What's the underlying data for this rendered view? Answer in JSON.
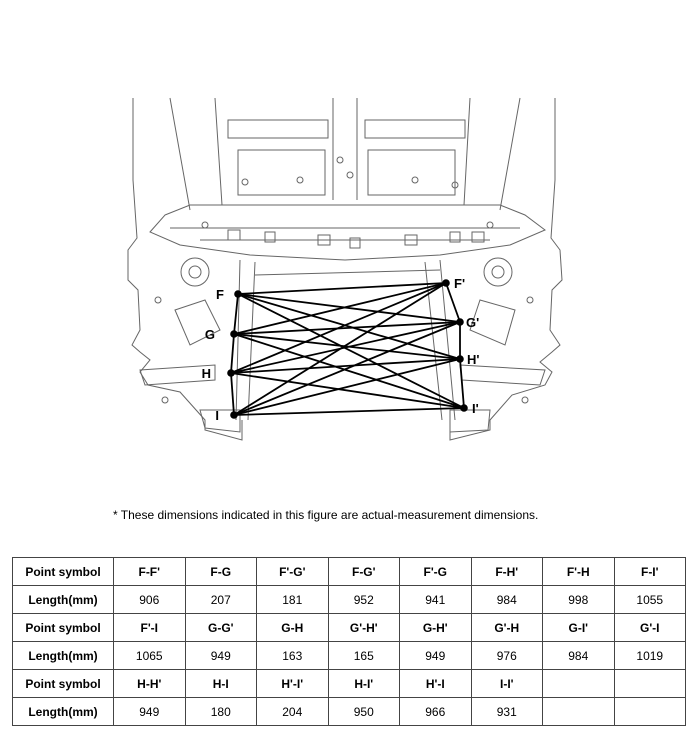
{
  "figure": {
    "points": [
      {
        "id": "F",
        "label": "F"
      },
      {
        "id": "G",
        "label": "G"
      },
      {
        "id": "H",
        "label": "H"
      },
      {
        "id": "I",
        "label": "I"
      },
      {
        "id": "F'",
        "label": "F'"
      },
      {
        "id": "G'",
        "label": "G'"
      },
      {
        "id": "H'",
        "label": "H'"
      },
      {
        "id": "I'",
        "label": "I'"
      }
    ]
  },
  "note": "*  These dimensions indicated in this figure are actual-measurement dimensions.",
  "table": {
    "rows": [
      [
        "Point symbol",
        "F-F'",
        "F-G",
        "F'-G'",
        "F-G'",
        "F'-G",
        "F-H'",
        "F'-H",
        "F-I'"
      ],
      [
        "Length(mm)",
        "906",
        "207",
        "181",
        "952",
        "941",
        "984",
        "998",
        "1055"
      ],
      [
        "Point symbol",
        "F'-I",
        "G-G'",
        "G-H",
        "G'-H'",
        "G-H'",
        "G'-H",
        "G-I'",
        "G'-I"
      ],
      [
        "Length(mm)",
        "1065",
        "949",
        "163",
        "165",
        "949",
        "976",
        "984",
        "1019"
      ],
      [
        "Point symbol",
        "H-H'",
        "H-I",
        "H'-I'",
        "H-I'",
        "H'-I",
        "I-I'",
        "",
        ""
      ],
      [
        "Length(mm)",
        "949",
        "180",
        "204",
        "950",
        "966",
        "931",
        "",
        ""
      ]
    ]
  }
}
